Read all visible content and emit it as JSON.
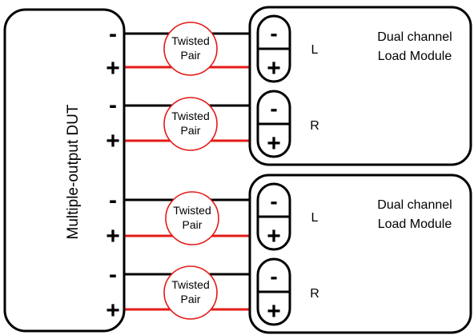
{
  "dut": {
    "title": "Multiple-output DUT"
  },
  "dut_pins": [
    {
      "neg": "-",
      "pos": "+"
    },
    {
      "neg": "-",
      "pos": "+"
    },
    {
      "neg": "-",
      "pos": "+"
    },
    {
      "neg": "-",
      "pos": "+"
    }
  ],
  "twisted_pairs": [
    {
      "line1": "Twisted",
      "line2": "Pair"
    },
    {
      "line1": "Twisted",
      "line2": "Pair"
    },
    {
      "line1": "Twisted",
      "line2": "Pair"
    },
    {
      "line1": "Twisted",
      "line2": "Pair"
    }
  ],
  "load_modules": [
    {
      "title_line1": "Dual channel",
      "title_line2": "Load Module",
      "channels": [
        {
          "name": "L",
          "neg": "-",
          "pos": "+"
        },
        {
          "name": "R",
          "neg": "-",
          "pos": "+"
        }
      ]
    },
    {
      "title_line1": "Dual channel",
      "title_line2": "Load Module",
      "channels": [
        {
          "name": "L",
          "neg": "-",
          "pos": "+"
        },
        {
          "name": "R",
          "neg": "-",
          "pos": "+"
        }
      ]
    }
  ],
  "colors": {
    "negative_wire": "#000000",
    "positive_wire": "#e41b17",
    "twisted_pair_outline": "#e41b17"
  }
}
